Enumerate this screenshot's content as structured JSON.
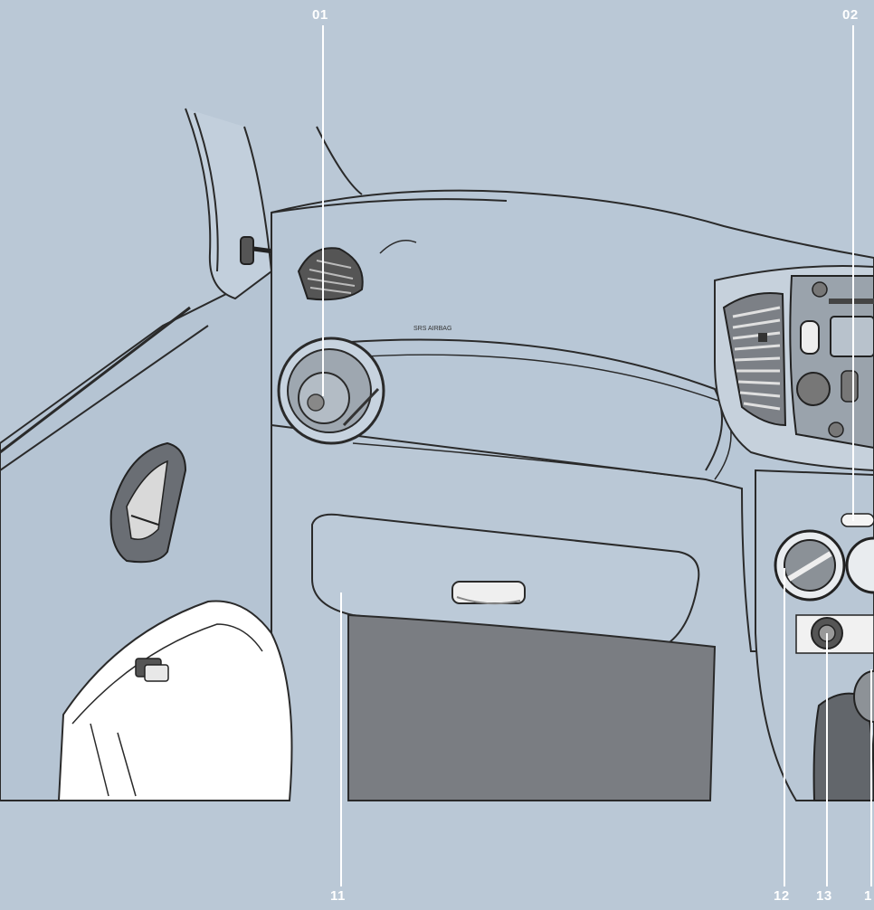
{
  "callouts": {
    "c01": "01",
    "c02": "02",
    "c11": "11",
    "c12": "12",
    "c13": "13",
    "c14": "1"
  },
  "airbag_label": "SRS AIRBAG",
  "colors": {
    "background": "#bac8d6",
    "interior": "#b7c6d5",
    "dark_panel": "#7a7d82",
    "trim_white": "#ffffff",
    "line": "#2a2a2a"
  }
}
